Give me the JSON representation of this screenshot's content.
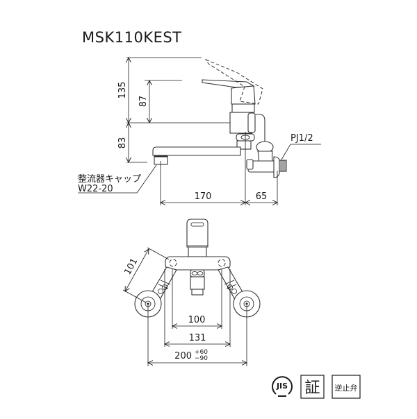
{
  "title": "MSK110KEST",
  "side_view": {
    "dimensions": {
      "total_height": "135",
      "lever_height": "87",
      "spout_height": "83",
      "spout_reach": "170",
      "body_depth": "65"
    },
    "labels": {
      "aerator_cap_name": "整流器キャップ",
      "aerator_cap_size": "W22-20",
      "inlet_thread": "PJ1/2"
    }
  },
  "front_view": {
    "dimensions": {
      "arm_length": "101",
      "inner_width": "100",
      "body_width": "131",
      "center_distance": "200",
      "tolerance_plus": "+60",
      "tolerance_minus": "−90"
    }
  },
  "certification_marks": {
    "jis": "JIS",
    "certified": "証",
    "check_valve": "逆止弁"
  }
}
